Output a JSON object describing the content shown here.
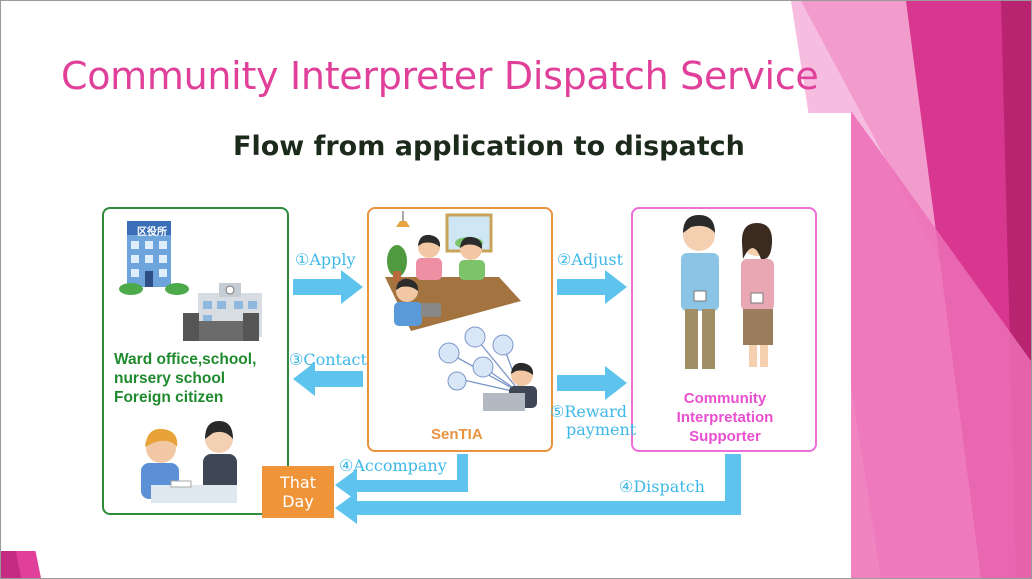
{
  "slide": {
    "title": "Community Interpreter Dispatch Service",
    "subtitle": "Flow from application to dispatch"
  },
  "nodes": {
    "left": {
      "line1": "Ward office,school,",
      "line2": "nursery school",
      "line3": "Foreign citizen",
      "sign": "区役所"
    },
    "middle": {
      "label": "SenTIA"
    },
    "right": {
      "line1": "Community",
      "line2": "Interpretation",
      "line3": "Supporter"
    }
  },
  "steps": {
    "apply": "①Apply",
    "adjust": "②Adjust",
    "contact": "③Contact",
    "reward1": "⑤Reward",
    "reward2": "payment",
    "accompany": "④Accompany",
    "dispatch": "④Dispatch"
  },
  "that_day": {
    "line1": "That",
    "line2": "Day"
  },
  "colors": {
    "title": "#e0409a",
    "arrow": "#5ec4ee",
    "left_border": "#2f8a3a",
    "middle_border": "#e9933f",
    "right_border": "#ee6fd5",
    "decor_pink": "#d8378f"
  }
}
